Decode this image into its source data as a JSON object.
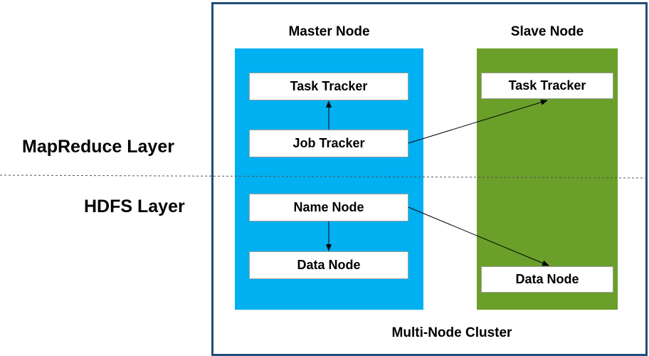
{
  "layers": {
    "mapreduce": "MapReduce Layer",
    "hdfs": "HDFS Layer"
  },
  "cluster": {
    "caption": "Multi-Node Cluster",
    "master": {
      "title": "Master Node",
      "task_tracker": "Task Tracker",
      "job_tracker": "Job Tracker",
      "name_node": "Name Node",
      "data_node": "Data Node"
    },
    "slave": {
      "title": "Slave Node",
      "task_tracker": "Task Tracker",
      "data_node": "Data Node"
    }
  },
  "colors": {
    "master_panel": "#00b0f0",
    "slave_panel": "#6a9f2a",
    "cluster_border": "#1f4e79"
  }
}
